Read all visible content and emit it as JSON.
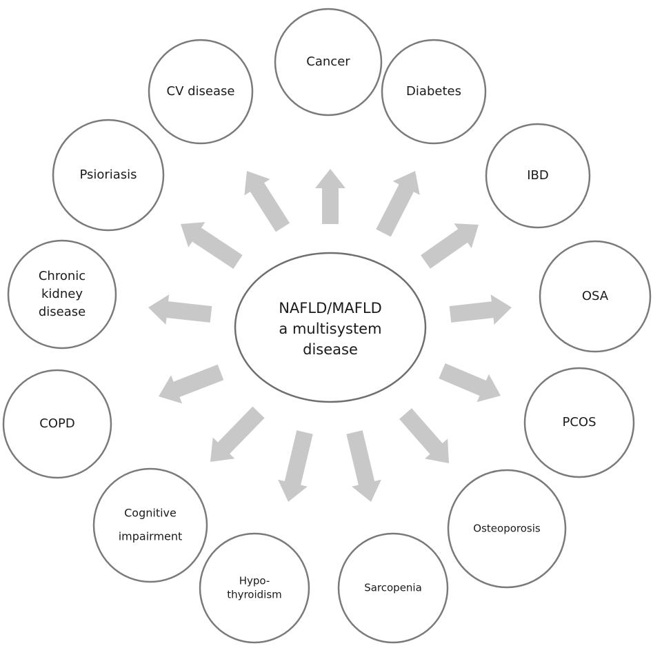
{
  "center": {
    "lines": [
      "NAFLD/MAFLD",
      "a multisystem",
      "disease"
    ]
  },
  "nodes": [
    {
      "id": "cancer",
      "lines": [
        "Cancer"
      ]
    },
    {
      "id": "diabetes",
      "lines": [
        "Diabetes"
      ]
    },
    {
      "id": "ibd",
      "lines": [
        "IBD"
      ]
    },
    {
      "id": "osa",
      "lines": [
        "OSA"
      ]
    },
    {
      "id": "pcos",
      "lines": [
        "PCOS"
      ]
    },
    {
      "id": "osteoporosis",
      "lines": [
        "Osteoporosis"
      ]
    },
    {
      "id": "sarcopenia",
      "lines": [
        "Sarcopenia"
      ]
    },
    {
      "id": "hypothyroidism",
      "lines": [
        "Hypo-",
        "thyroidism"
      ]
    },
    {
      "id": "cognitive-impairment",
      "lines": [
        "Cognitive",
        "impairment"
      ]
    },
    {
      "id": "copd",
      "lines": [
        "COPD"
      ]
    },
    {
      "id": "chronic-kidney-disease",
      "lines": [
        "Chronic",
        "kidney",
        "disease"
      ]
    },
    {
      "id": "psioriasis",
      "lines": [
        "Psioriasis"
      ]
    },
    {
      "id": "cv-disease",
      "lines": [
        "CV disease"
      ]
    }
  ],
  "colors": {
    "arrow": "#c8c8c8",
    "outline": "#7a7a7a",
    "text": "#1a1a1a"
  }
}
